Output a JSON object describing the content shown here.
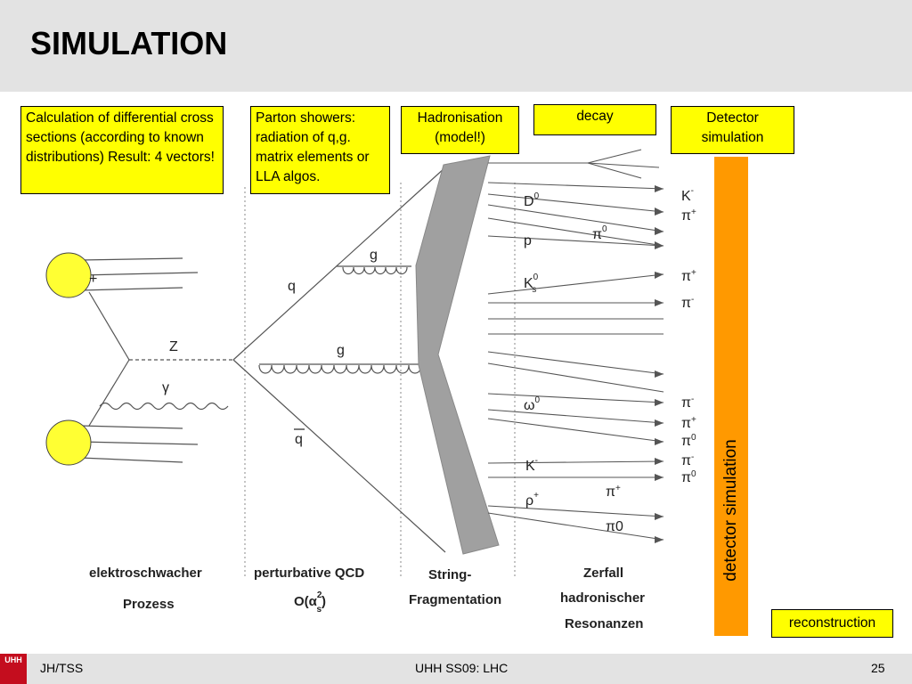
{
  "slide": {
    "title": "SIMULATION"
  },
  "boxes": {
    "calc": "Calculation of differential cross sections (according to known distributions) Result: 4 vectors!",
    "parton": "Parton showers: radiation of q,g. matrix elements or LLA algos.",
    "hadronisation": "Hadronisation (model!)",
    "decay": "decay",
    "detector": "Detector simulation",
    "reconstruction": "reconstruction"
  },
  "detector_bar": {
    "label": "detector simulation",
    "color": "#ff9900"
  },
  "diagram": {
    "labels": {
      "Z": "Z",
      "gamma": "γ",
      "q": "q",
      "qbar": "q",
      "g_top": "g",
      "g_mid": "g",
      "plus": "+",
      "D": "D",
      "D_sup": "0",
      "p": "p",
      "K": "K",
      "K_sub": "s",
      "K_sup": "0",
      "omega": "ω",
      "omega_sup": "0",
      "Kminus": "K",
      "Kminus_sup": "-",
      "rho": "ρ",
      "rho_sup": "+",
      "pi0_a": "π",
      "pi0_a_sup": "0",
      "pi_plus_mid": "π",
      "pi_plus_mid_sup": "+",
      "pi0_b": "π0"
    },
    "right_labels": {
      "k1": "K",
      "k1_sup": "-",
      "p1": "π",
      "p1_sup": "+",
      "p2": "π",
      "p2_sup": "+",
      "p3": "π",
      "p3_sup": "-",
      "p4": "π",
      "p4_sup": "-",
      "p5": "π",
      "p5_sup": "+",
      "p6": "π",
      "p6_sup": "0",
      "p7": "π",
      "p7_sup": "-",
      "p8": "π",
      "p8_sup": "0"
    },
    "captions": {
      "ew1": "elektroschwacher",
      "ew2": "Prozess",
      "pqcd1": "perturbative QCD",
      "pqcd2": "O(α",
      "pqcd_sup": "2",
      "pqcd_sub": "s",
      "pqcd_end": ")",
      "sf1": "String-",
      "sf2": "Fragmentation",
      "zr1": "Zerfall",
      "zr2": "hadronischer",
      "zr3": "Resonanzen"
    }
  },
  "footer": {
    "logo": "UHH",
    "left": "JH/TSS",
    "center": "UHH SS09: LHC",
    "page": "25",
    "color": "#c40d1e"
  }
}
